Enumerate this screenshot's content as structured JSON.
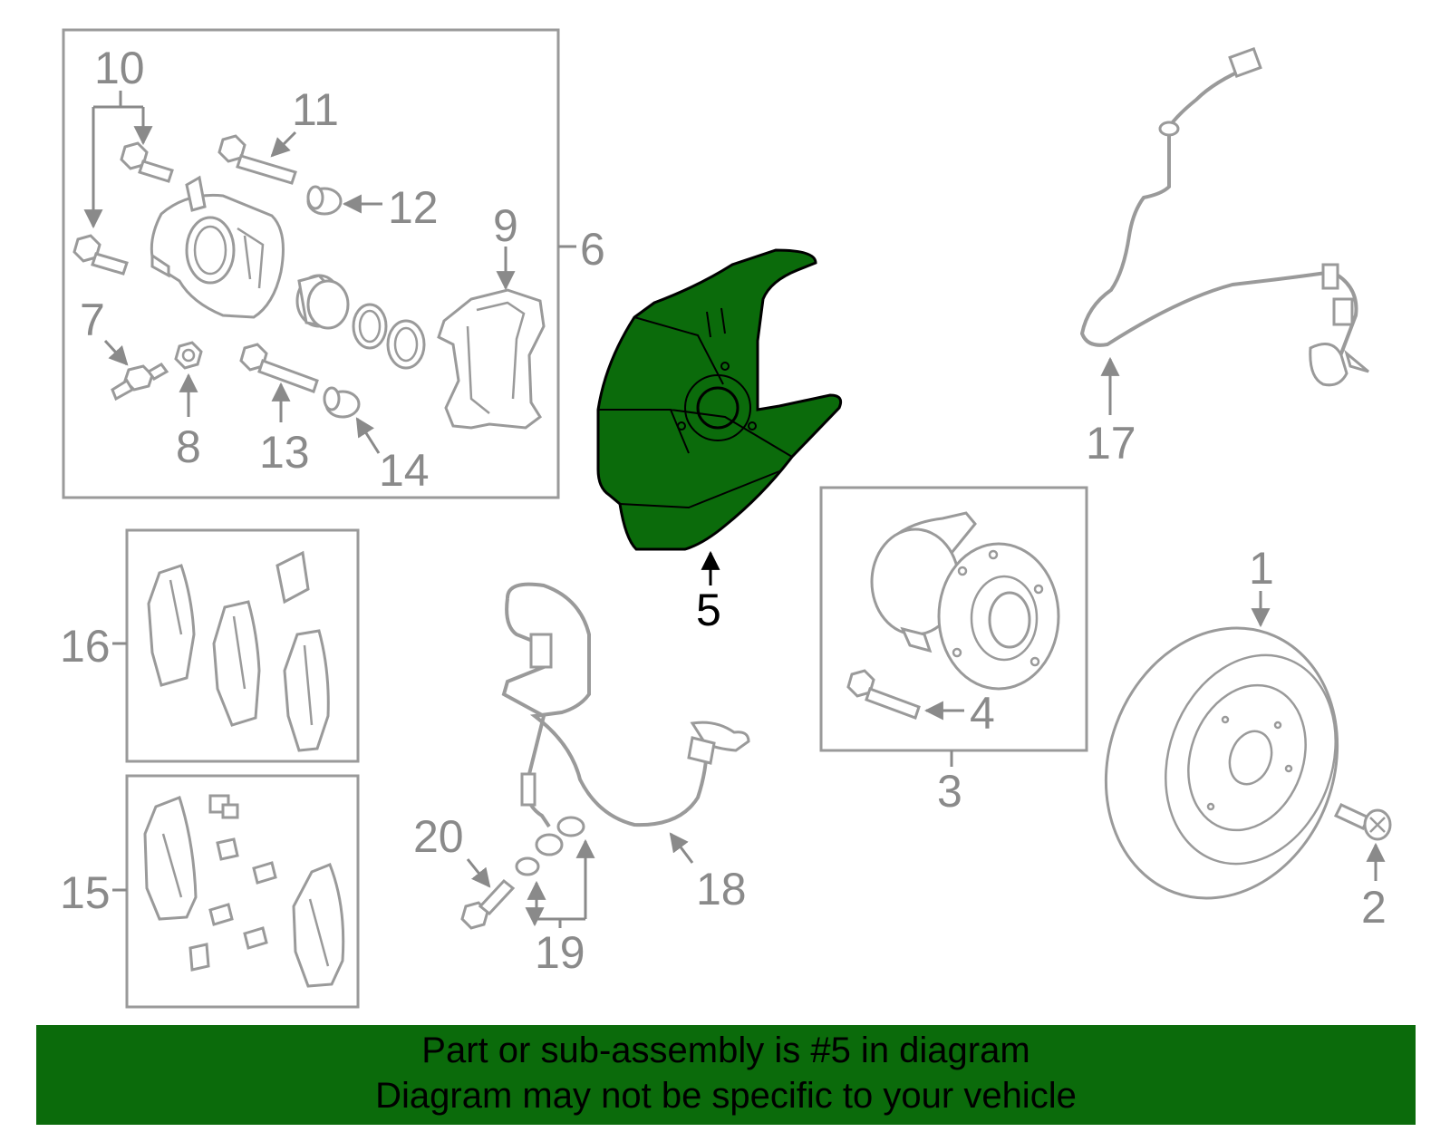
{
  "highlight_part": "5",
  "colors": {
    "highlight": "#0b6b0b",
    "banner": "#0b6b0b",
    "line_gray": "#9a9a9a"
  },
  "callouts": {
    "c1": "1",
    "c2": "2",
    "c3": "3",
    "c4": "4",
    "c5": "5",
    "c6": "6",
    "c7": "7",
    "c8": "8",
    "c9": "9",
    "c10": "10",
    "c11": "11",
    "c12": "12",
    "c13": "13",
    "c14": "14",
    "c15": "15",
    "c16": "16",
    "c17": "17",
    "c18": "18",
    "c19": "19",
    "c20": "20"
  },
  "banner": {
    "line1": "Part or sub-assembly is #5 in diagram",
    "line2": "Diagram may not be specific to your vehicle"
  }
}
